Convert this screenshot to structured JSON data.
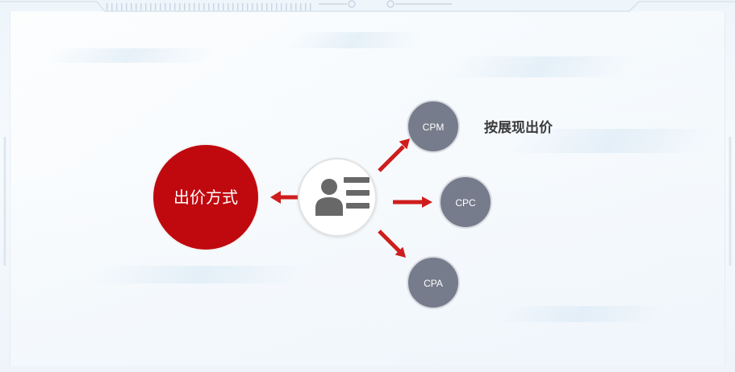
{
  "center_node": {
    "label": "出价方式"
  },
  "hub_icon": "user-list-icon",
  "nodes": [
    {
      "label": "CPM"
    },
    {
      "label": "CPC"
    },
    {
      "label": "CPA"
    }
  ],
  "annotation": {
    "text": "按展现出价"
  },
  "colors": {
    "primary_red": "#c0090f",
    "arrow_red": "#cf1d1d",
    "node_gray": "#767c8b",
    "icon_gray": "#686868",
    "text_dark": "#3b3b3b"
  }
}
